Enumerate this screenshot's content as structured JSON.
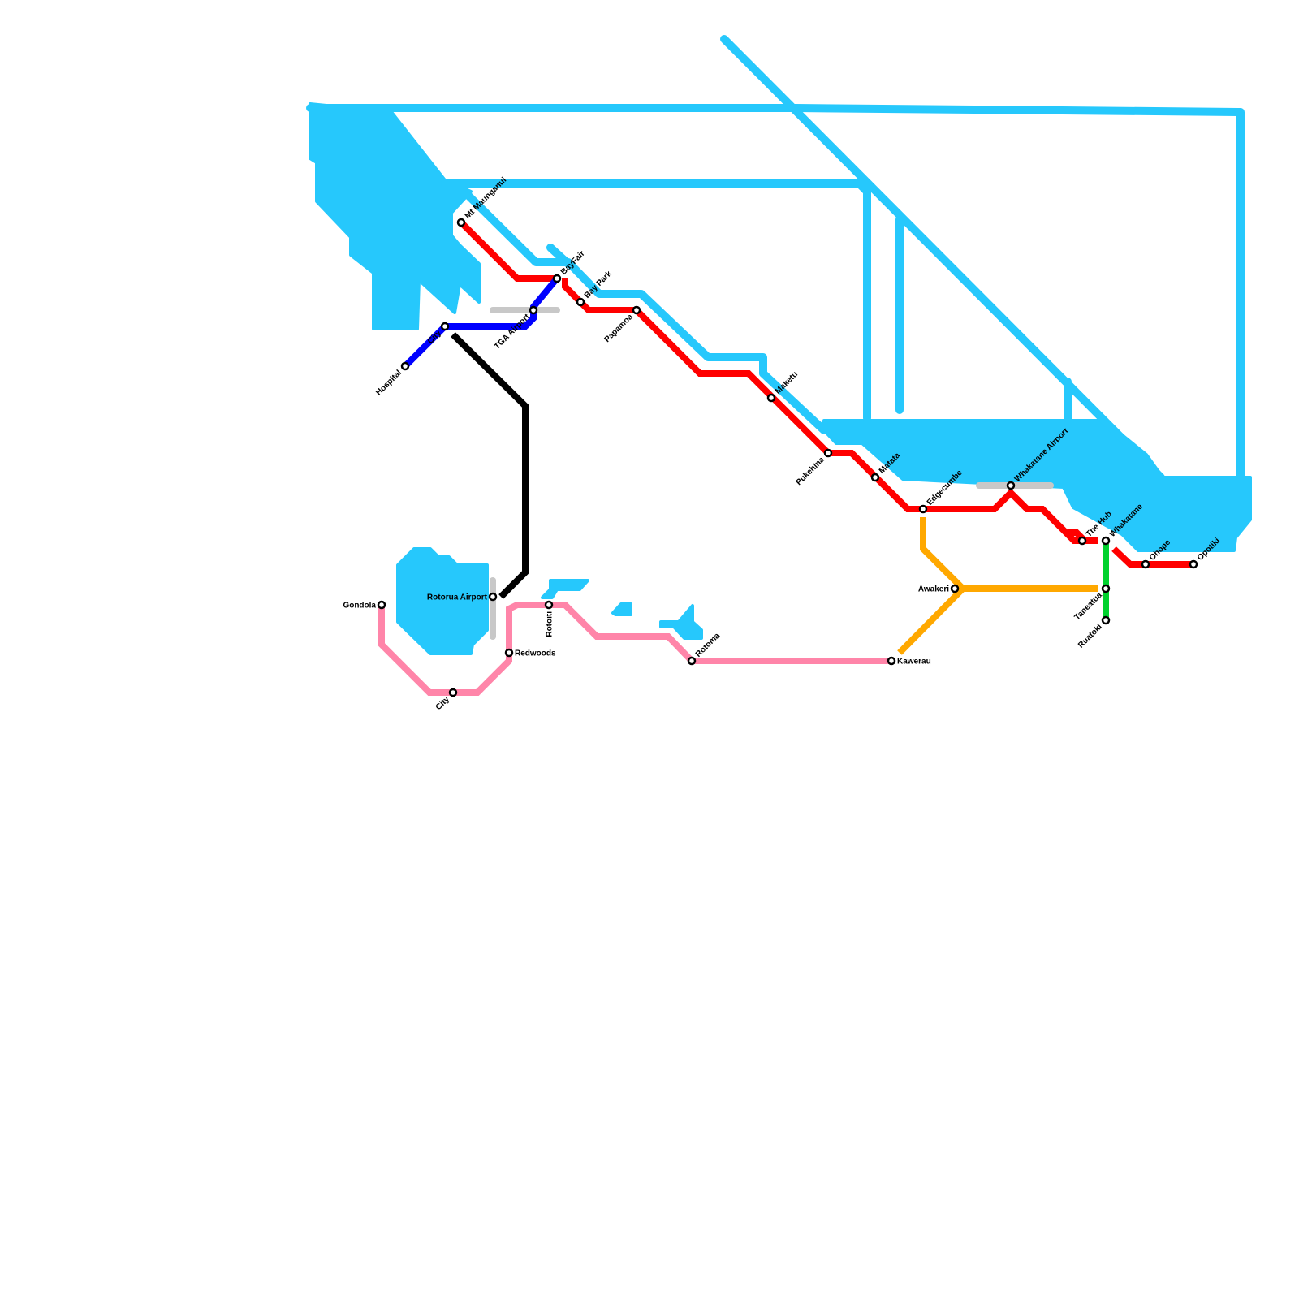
{
  "colors": {
    "water": "#26c8fc",
    "red_line": "#ff0000",
    "blue_line": "#0000ff",
    "black_line": "#000000",
    "pink_line": "#ff85a9",
    "orange_line": "#ffa800",
    "green_line": "#00d22e",
    "transfer": "#c8c8c8"
  },
  "stations": [
    {
      "name": "Mt Maunganui",
      "line": "red"
    },
    {
      "name": "BayFair",
      "line": "red"
    },
    {
      "name": "TGA Airport",
      "line": "blue"
    },
    {
      "name": "City",
      "line": "blue"
    },
    {
      "name": "Hospital",
      "line": "blue"
    },
    {
      "name": "Bay Park",
      "line": "red"
    },
    {
      "name": "Papamoa",
      "line": "red"
    },
    {
      "name": "Maketu",
      "line": "red"
    },
    {
      "name": "Pukehina",
      "line": "red"
    },
    {
      "name": "Matata",
      "line": "red"
    },
    {
      "name": "Edgecumbe",
      "line": "red"
    },
    {
      "name": "Whakatane Airport",
      "line": "red"
    },
    {
      "name": "The Hub",
      "line": "red"
    },
    {
      "name": "Whakatane",
      "line": "red"
    },
    {
      "name": "Ohope",
      "line": "red"
    },
    {
      "name": "Opotiki",
      "line": "red"
    },
    {
      "name": "Awakeri",
      "line": "orange"
    },
    {
      "name": "Taneatua",
      "line": "green"
    },
    {
      "name": "Ruatoki",
      "line": "green"
    },
    {
      "name": "Kawerau",
      "line": "pink"
    },
    {
      "name": "Rotoma",
      "line": "pink"
    },
    {
      "name": "Rotoiti",
      "line": "pink"
    },
    {
      "name": "Redwoods",
      "line": "pink"
    },
    {
      "name": "City",
      "line": "pink"
    },
    {
      "name": "Gondola",
      "line": "pink"
    },
    {
      "name": "Rotorua Airport",
      "line": "black"
    }
  ]
}
